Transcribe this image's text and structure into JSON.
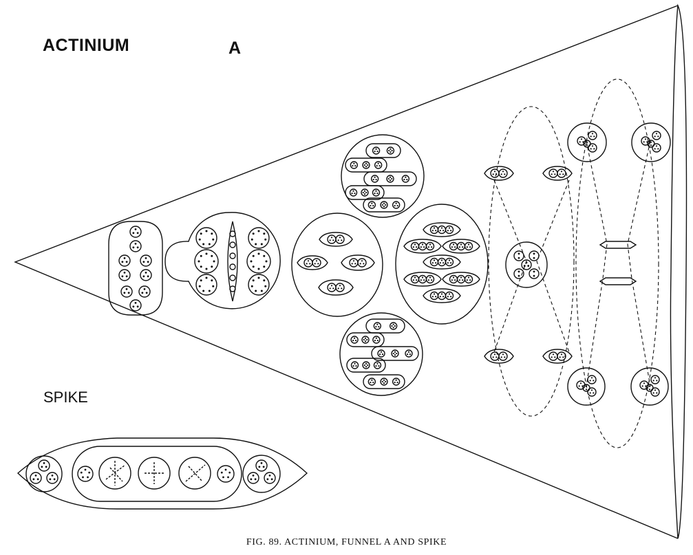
{
  "labels": {
    "element_name": "ACTINIUM",
    "funnel_letter": "A",
    "spike_label": "SPIKE",
    "caption": "FIG. 89. ACTINIUM, FUNNEL A AND SPIKE"
  },
  "colors": {
    "ink": "#111111",
    "paper": "#ffffff"
  }
}
